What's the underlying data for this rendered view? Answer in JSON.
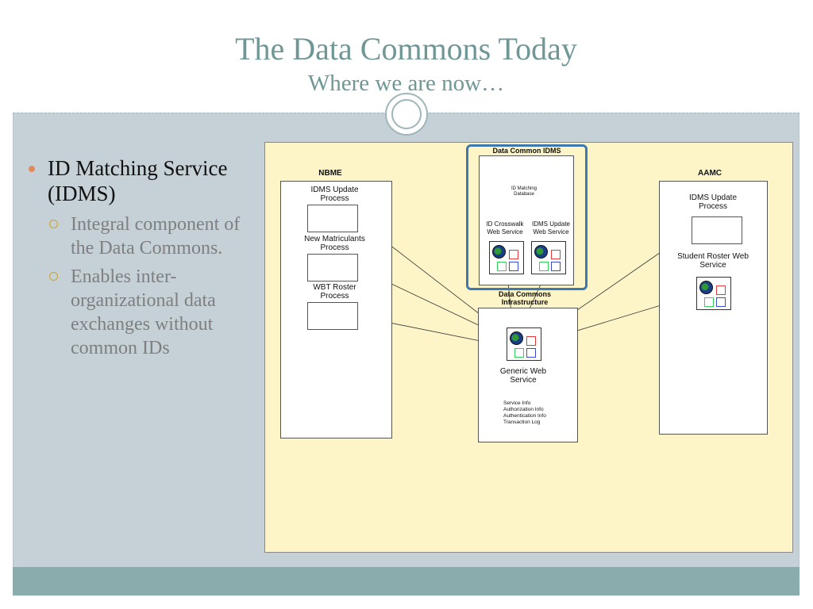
{
  "slide": {
    "title": "The Data Commons Today",
    "subtitle": "Where we are now…"
  },
  "bullets": {
    "main": "ID Matching Service (IDMS)",
    "sub": [
      "Integral component of the Data Commons.",
      "Enables inter-organizational data exchanges without common IDs"
    ]
  },
  "diagram": {
    "nbme": {
      "title": "NBME",
      "processes": [
        "IDMS Update Process",
        "New Matriculants Process",
        "WBT Roster Process"
      ]
    },
    "idms": {
      "title": "Data Common IDMS",
      "database": "ID Matching Database",
      "crosswalk": "ID Crosswalk Web Service",
      "update": "IDMS Update Web Service"
    },
    "infrastructure": {
      "title": "Data Commons Infrastructure",
      "service": "Generic Web Service",
      "db_lines": [
        "Service Info",
        "Authorization Info",
        "Authentication Info",
        "Transaction Log"
      ]
    },
    "aamc": {
      "title": "AAMC",
      "process": "IDMS Update Process",
      "roster": "Student Roster Web Service"
    },
    "colors": {
      "idms_border": "#3d78b5",
      "canvas": "#fdf5c8",
      "accent": "#6f9796",
      "footer": "#8aacac"
    }
  }
}
